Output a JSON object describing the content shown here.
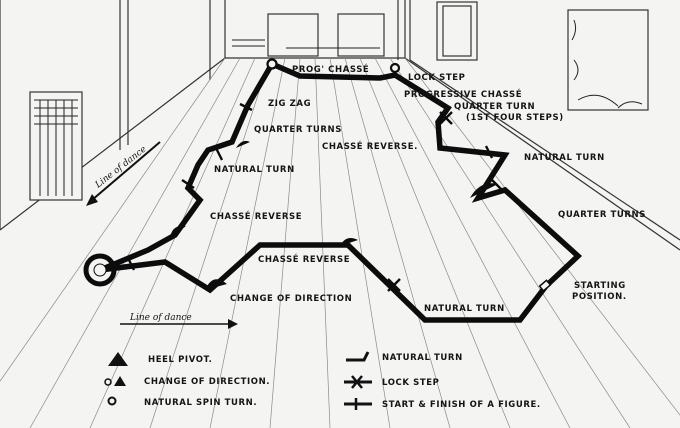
{
  "labels": {
    "prog_chasse": "PROG' CHASSÉ",
    "lock_step": "LOCK STEP",
    "progressive_chasse": "PROGRESSIVE CHASSÉ",
    "quarter_turn_first": "QUARTER TURN",
    "first_four_steps": "(1ST FOUR STEPS)",
    "zig_zag": "ZIG ZAG",
    "quarter_turns_upper": "QUARTER TURNS",
    "chasse_reverse_center": "CHASSÉ REVERSE.",
    "natural_turn_left": "NATURAL TURN",
    "natural_turn_right": "NATURAL TURN",
    "chasse_reverse_left": "CHASSÉ REVERSE",
    "quarter_turns_right": "QUARTER TURNS",
    "chasse_reverse_mid": "CHASSÉ REVERSE",
    "change_of_direction": "CHANGE OF DIRECTION",
    "natural_turn_bottom": "NATURAL TURN",
    "starting_position_1": "STARTING",
    "starting_position_2": "POSITION.",
    "line_of_dance_diagonal": "Line of dance",
    "line_of_dance_bottom": "Line of dance"
  },
  "legend": [
    {
      "symbol": "heel-pivot",
      "label": "HEEL PIVOT."
    },
    {
      "symbol": "change-of-direction",
      "label": "CHANGE OF DIRECTION."
    },
    {
      "symbol": "natural-spin-turn",
      "label": "NATURAL SPIN TURN."
    },
    {
      "symbol": "natural-turn",
      "label": "NATURAL TURN"
    },
    {
      "symbol": "lock-step",
      "label": "LOCK STEP"
    },
    {
      "symbol": "start-finish",
      "label": "START & FINISH OF A FIGURE."
    }
  ]
}
